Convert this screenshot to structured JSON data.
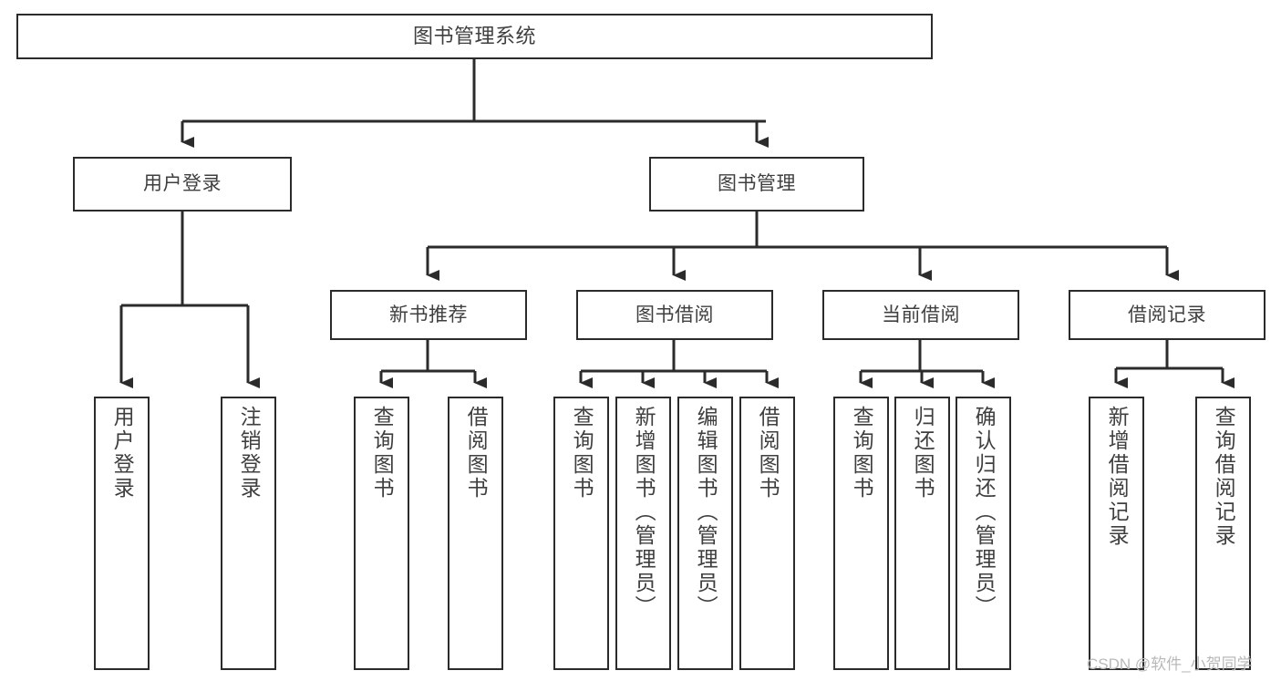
{
  "diagram": {
    "title": "图书管理系统",
    "type": "hierarchy-tree",
    "watermark": "CSDN @软件_小贺同学",
    "colors": {
      "stroke": "#2b2b2b",
      "text": "#3f3f3f",
      "background": "#ffffff",
      "watermark": "#b9b9b9"
    },
    "levels": [
      {
        "level": 1,
        "nodes": [
          {
            "id": "root",
            "label": "图书管理系统",
            "orientation": "horizontal"
          }
        ]
      },
      {
        "level": 2,
        "nodes": [
          {
            "id": "user-login",
            "label": "用户登录",
            "orientation": "horizontal",
            "parent": "root"
          },
          {
            "id": "book-manage",
            "label": "图书管理",
            "orientation": "horizontal",
            "parent": "root"
          }
        ]
      },
      {
        "level": 3,
        "nodes": [
          {
            "id": "new-book-rec",
            "label": "新书推荐",
            "orientation": "horizontal",
            "parent": "book-manage"
          },
          {
            "id": "book-borrow",
            "label": "图书借阅",
            "orientation": "horizontal",
            "parent": "book-manage"
          },
          {
            "id": "current-borrow",
            "label": "当前借阅",
            "orientation": "horizontal",
            "parent": "book-manage"
          },
          {
            "id": "borrow-record",
            "label": "借阅记录",
            "orientation": "horizontal",
            "parent": "book-manage"
          }
        ]
      },
      {
        "level": 4,
        "nodes": [
          {
            "id": "leaf-user-login",
            "label": "用户登录",
            "orientation": "vertical",
            "parent": "user-login"
          },
          {
            "id": "leaf-user-logout",
            "label": "注销登录",
            "orientation": "vertical",
            "parent": "user-login"
          },
          {
            "id": "leaf-query-book-1",
            "label": "查询图书",
            "orientation": "vertical",
            "parent": "new-book-rec"
          },
          {
            "id": "leaf-borrow-book-1",
            "label": "借阅图书",
            "orientation": "vertical",
            "parent": "new-book-rec"
          },
          {
            "id": "leaf-query-book-2",
            "label": "查询图书",
            "orientation": "vertical",
            "parent": "book-borrow"
          },
          {
            "id": "leaf-add-book",
            "label": "新增图书（管理员）",
            "orientation": "vertical",
            "parent": "book-borrow"
          },
          {
            "id": "leaf-edit-book",
            "label": "编辑图书（管理员）",
            "orientation": "vertical",
            "parent": "book-borrow"
          },
          {
            "id": "leaf-borrow-book-2",
            "label": "借阅图书",
            "orientation": "vertical",
            "parent": "book-borrow"
          },
          {
            "id": "leaf-query-book-3",
            "label": "查询图书",
            "orientation": "vertical",
            "parent": "current-borrow"
          },
          {
            "id": "leaf-return-book",
            "label": "归还图书",
            "orientation": "vertical",
            "parent": "current-borrow"
          },
          {
            "id": "leaf-confirm-return",
            "label": "确认归还（管理员）",
            "orientation": "vertical",
            "parent": "current-borrow"
          },
          {
            "id": "leaf-add-record",
            "label": "新增借阅记录",
            "orientation": "vertical",
            "parent": "borrow-record"
          },
          {
            "id": "leaf-query-record",
            "label": "查询借阅记录",
            "orientation": "vertical",
            "parent": "borrow-record"
          }
        ]
      }
    ]
  }
}
